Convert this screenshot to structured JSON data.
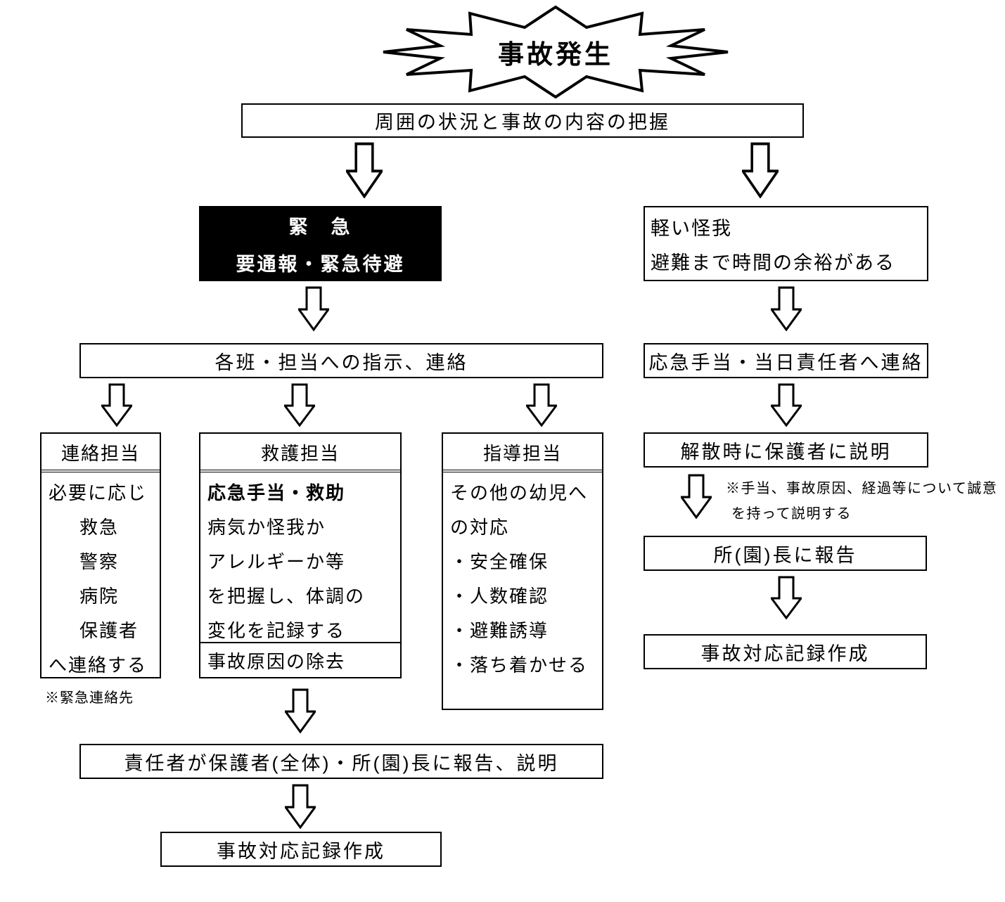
{
  "burst": {
    "label": "事故発生"
  },
  "flow": {
    "grasp": "周囲の状況と事故の内容の把握",
    "emergency": {
      "line1": "緊　急",
      "line2": "要通報・緊急待避"
    },
    "minor": {
      "line1": "軽い怪我",
      "line2": "避難まで時間の余裕がある"
    },
    "instruct": "各班・担当への指示、連絡",
    "firstaid": "応急手当・当日責任者へ連絡",
    "dismiss": "解散時に保護者に説明",
    "report_chief": "所(園)長に報告",
    "record_right": "事故対応記録作成",
    "report_all": "責任者が保護者(全体)・所(園)長に報告、説明",
    "record_bottom": "事故対応記録作成"
  },
  "contact_box": {
    "header": "連絡担当",
    "lines": [
      "必要に応じ",
      "救急",
      "警察",
      "病院",
      "保護者",
      "へ連絡する"
    ],
    "note": "※緊急連絡先"
  },
  "rescue_box": {
    "header": "救護担当",
    "bold_line": "応急手当・救助",
    "lines": [
      "病気か怪我か",
      "アレルギーか等",
      "を把握し、体調の",
      "変化を記録する"
    ],
    "footer": "事故原因の除去"
  },
  "guidance_box": {
    "header": "指導担当",
    "lines": [
      "その他の幼児へ",
      "の対応",
      "・安全確保",
      "・人数確認",
      "・避難誘導",
      "・落ち着かせる"
    ]
  },
  "notes": {
    "explain_line1": "※手当、事故原因、経過等について誠意",
    "explain_line2": "を持って説明する"
  },
  "colors": {
    "border": "#000000",
    "background": "#ffffff",
    "emergency_bg": "#000000",
    "emergency_text": "#ffffff"
  }
}
